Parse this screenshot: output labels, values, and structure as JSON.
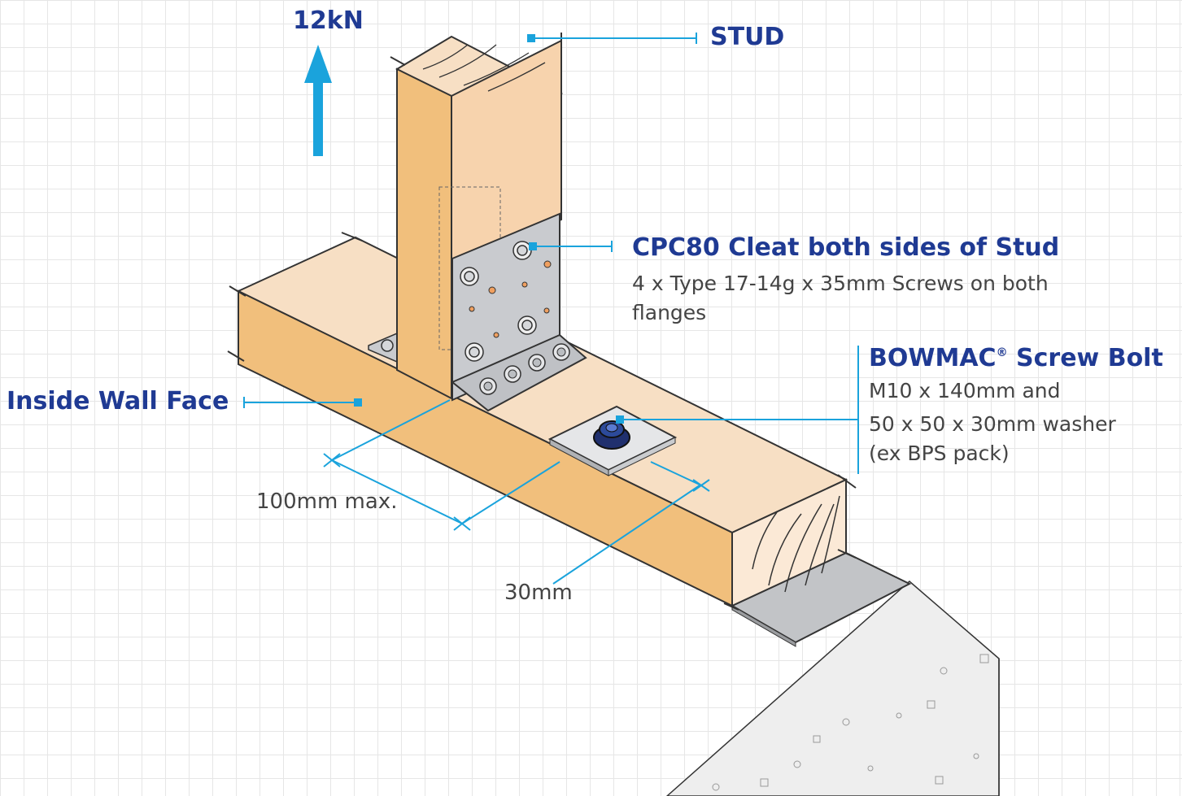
{
  "load": {
    "label": "12kN"
  },
  "stud": {
    "label": "STUD"
  },
  "cleat": {
    "title": "CPC80 Cleat both sides of Stud",
    "line1": "4 x Type 17-14g x 35mm Screws on both",
    "line2": "flanges"
  },
  "bolt": {
    "title": "BOWMAC",
    "registered": "®",
    "title_suffix": " Screw Bolt",
    "line1": "M10 x 140mm and",
    "line2": "50 x 50 x 30mm washer",
    "line3": "(ex BPS pack)"
  },
  "wall": {
    "label": "Inside Wall Face"
  },
  "dimensions": {
    "max_edge": "100mm max.",
    "edge": "30mm"
  },
  "colors": {
    "callout": "#1aa3dc",
    "heading": "#1f3a93",
    "timber_front": "#f1bf7c",
    "timber_top": "#f7dfc4",
    "timber_light": "#fbe9d6",
    "steel": "#c9cbcf",
    "bolt_head": "#20306e",
    "concrete": "#eeeeee"
  }
}
